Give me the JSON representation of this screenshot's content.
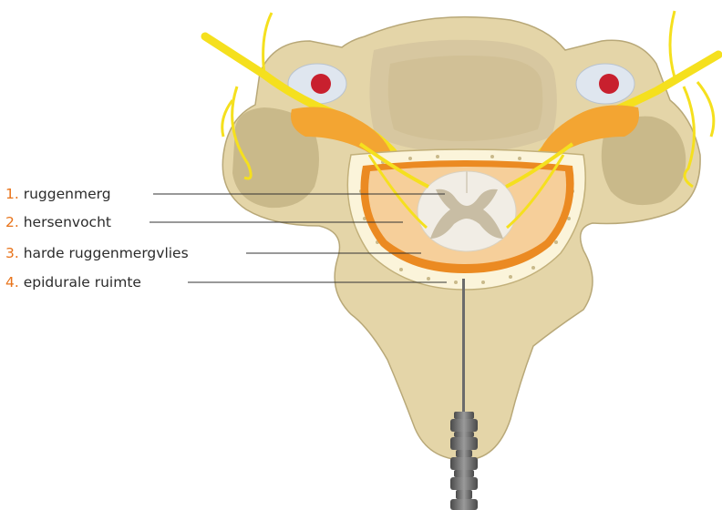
{
  "labels": [
    {
      "num": "1.",
      "text": "ruggenmerg"
    },
    {
      "num": "2.",
      "text": "hersenvocht"
    },
    {
      "num": "3.",
      "text": "harde ruggenmergvlies"
    },
    {
      "num": "4.",
      "text": "epidurale ruimte"
    }
  ],
  "colors": {
    "bone": "#e4d5a8",
    "bone_dark": "#c9b98a",
    "bone_outline": "#b8a878",
    "disc": "#d7c7a0",
    "nerve": "#f5e01e",
    "nerve_root": "#f3a532",
    "dura": "#eb8a22",
    "csf": "#f6cf9a",
    "epidural": "#fbf4da",
    "cord": "#f1ede5",
    "grey_matter": "#c8bda4",
    "artery": "#c8202e",
    "needle": "#6b6b6b",
    "label_number": "#e8731a",
    "label_text": "#2b2b2b",
    "leader": "#333333"
  }
}
